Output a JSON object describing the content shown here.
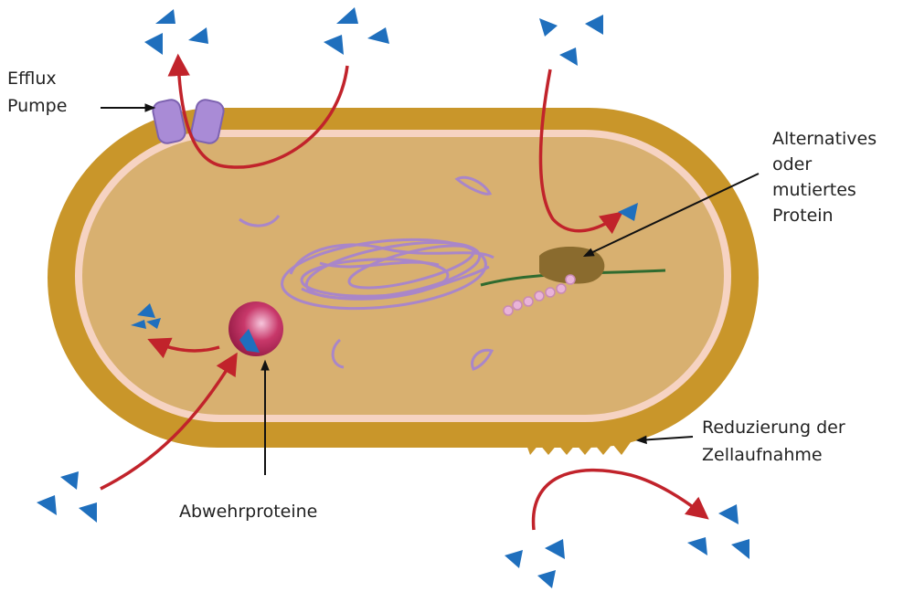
{
  "labels": {
    "efflux_line1": "Efflux",
    "efflux_line2": "Pumpe",
    "alt_line1": "Alternatives",
    "alt_line2": "oder",
    "alt_line3": "mutiertes",
    "alt_line4": "Protein",
    "reduz_line1": "Reduzierung der",
    "reduz_line2": "Zellaufnahme",
    "abwehr": "Abwehrproteine"
  },
  "colors": {
    "cell_wall": "#c9962a",
    "membrane": "#f6d3c2",
    "cytoplasm": "#d8b070",
    "antibiotic": "#1f6fbd",
    "arrow": "#c1232b",
    "pump": "#a98bd6",
    "dna": "#a986c9",
    "target_protein": "#8a6b2e",
    "defense_protein": "#b01e4a",
    "mrna": "#2f6b2f",
    "peptide": "#e9b3d8"
  },
  "icons": [
    "efflux-pump-icon",
    "antibiotic-molecule-icon",
    "defense-protein-icon",
    "ribosome-target-icon"
  ]
}
